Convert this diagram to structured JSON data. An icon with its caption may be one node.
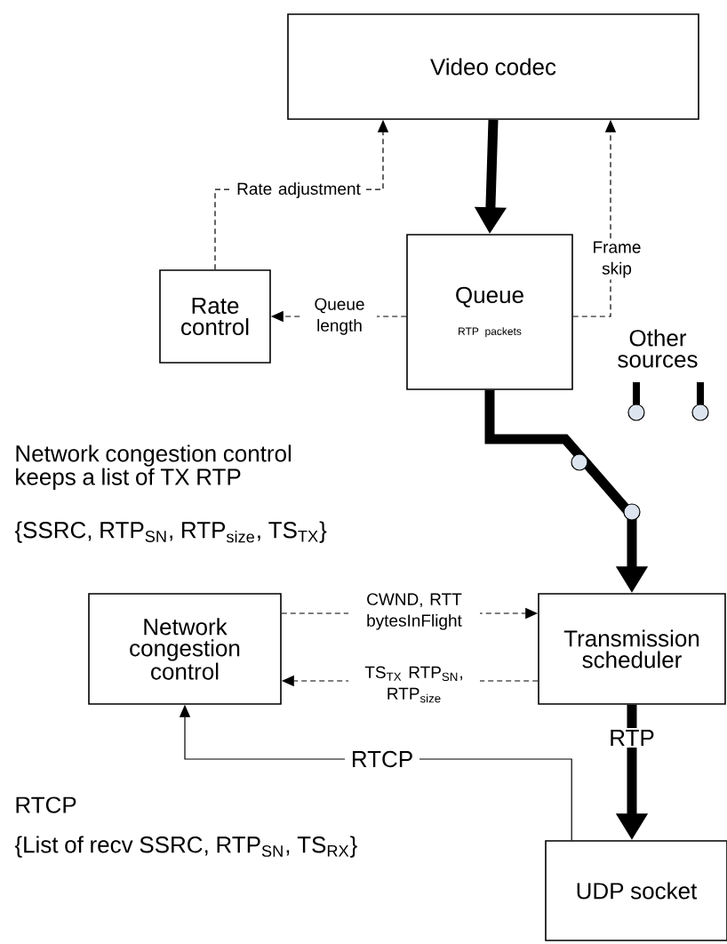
{
  "diagram": {
    "nodes": [
      {
        "text": [
          "Video codec"
        ]
      },
      {
        "text": [
          "Queue",
          "RTP packets"
        ]
      },
      {
        "text": [
          "Rate control"
        ]
      },
      {
        "text": [
          "Transmission scheduler"
        ]
      },
      {
        "text": [
          "Network congestion control"
        ]
      },
      {
        "text": [
          "UDP socket"
        ]
      }
    ],
    "edges": [
      {
        "from": 0,
        "to": 1,
        "arrow": "to",
        "style": "thick"
      },
      {
        "from": 1,
        "to": 0,
        "arrow": "to",
        "style": "dashed",
        "label": "Frame skip"
      },
      {
        "from": 1,
        "to": 2,
        "arrow": "to",
        "style": "dashed",
        "label": "Queue length"
      },
      {
        "from": 2,
        "to": 0,
        "arrow": "to",
        "style": "dashed",
        "label": "Rate adjustment"
      },
      {
        "from": 1,
        "to": 3,
        "arrow": "to",
        "style": "thick"
      },
      {
        "from": 4,
        "to": 3,
        "arrow": "to",
        "style": "dashed",
        "label": "CWND, RTT bytesInFlight"
      },
      {
        "from": 3,
        "to": 4,
        "arrow": "to",
        "style": "dashed",
        "label": "TS$_{TX}$ RTP$_{SN}$, RTP$_{size}$"
      },
      {
        "from": 3,
        "to": 5,
        "arrow": "to",
        "style": "thick",
        "label": "RTP"
      },
      {
        "from": 5,
        "to": 4,
        "arrow": "to",
        "label": "RTCP"
      }
    ],
    "labels": [
      "Other sources",
      "Network congestion control keeps a list of TX RTP",
      "{SSRC, RTP$_{SN}$, RTP$_{size}$, TS$_{TX}$}",
      "RTCP",
      "{List of recv SSRC, RTP$_{SN}$, TS$_{RX}$}"
    ]
  }
}
